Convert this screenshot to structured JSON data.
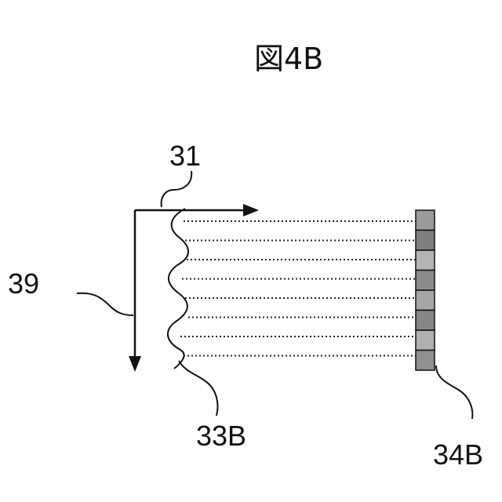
{
  "figure": {
    "title": "図4B",
    "labels": {
      "label_31": "31",
      "label_39": "39",
      "label_33b": "33B",
      "label_34b": "34B"
    },
    "detector": {
      "cell_count": 8,
      "cell_colors": [
        "#9a9a9a",
        "#7e7e7e",
        "#b4b4b4",
        "#8c8c8c",
        "#a6a6a6",
        "#868686",
        "#b0b0b0",
        "#8f8f8f"
      ]
    },
    "beam_line_count": 8
  }
}
